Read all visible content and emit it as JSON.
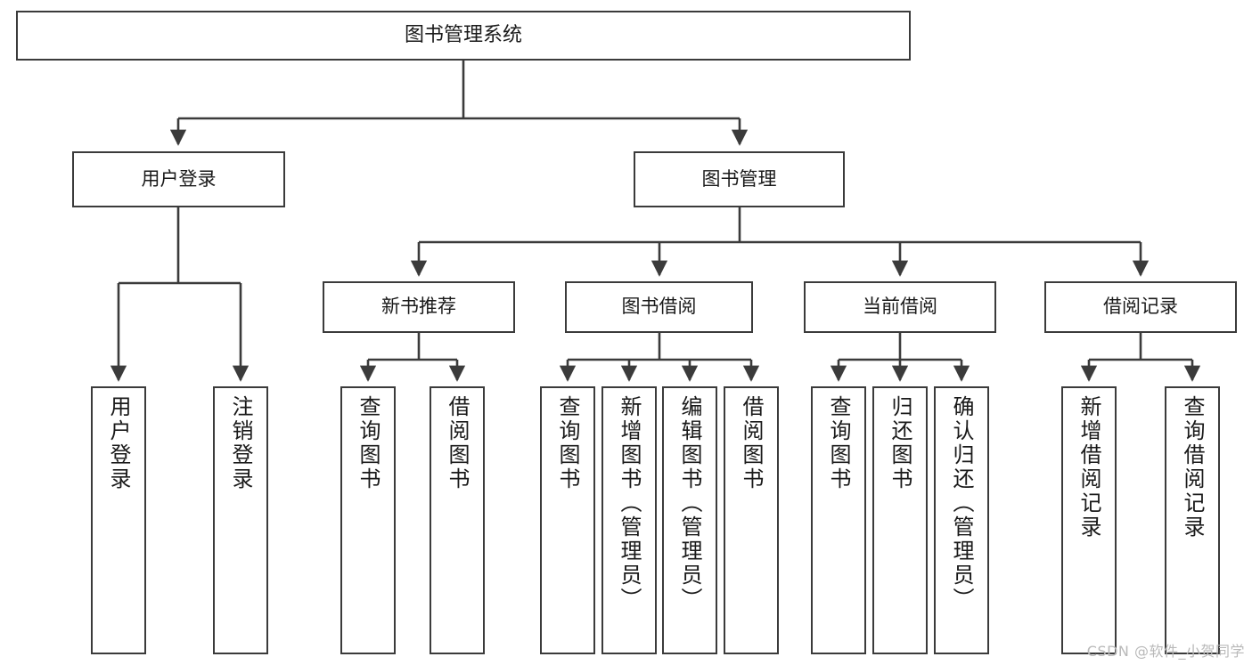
{
  "diagram": {
    "title": "图书管理系统",
    "type": "tree-hierarchy",
    "root": {
      "label": "图书管理系统"
    },
    "level2": [
      {
        "label": "用户登录"
      },
      {
        "label": "图书管理"
      }
    ],
    "level3": [
      {
        "label": "新书推荐"
      },
      {
        "label": "图书借阅"
      },
      {
        "label": "当前借阅"
      },
      {
        "label": "借阅记录"
      }
    ],
    "leaves": {
      "user_login": [
        {
          "label": "用户登录"
        },
        {
          "label": "注销登录"
        }
      ],
      "new_book_recommend": [
        {
          "label": "查询图书"
        },
        {
          "label": "借阅图书"
        }
      ],
      "book_borrow": [
        {
          "label": "查询图书"
        },
        {
          "label": "新增图书（管理员）"
        },
        {
          "label": "编辑图书（管理员）"
        },
        {
          "label": "借阅图书"
        }
      ],
      "current_borrow": [
        {
          "label": "查询图书"
        },
        {
          "label": "归还图书"
        },
        {
          "label": "确认归还（管理员）"
        }
      ],
      "borrow_record": [
        {
          "label": "新增借阅记录"
        },
        {
          "label": "查询借阅记录"
        }
      ]
    }
  },
  "watermark": {
    "text": "CSDN @软件_小贺同学"
  },
  "colors": {
    "border": "#3b3b3b",
    "background": "#ffffff",
    "text": "#1a1a1a",
    "watermark": "#b9b9b9"
  }
}
